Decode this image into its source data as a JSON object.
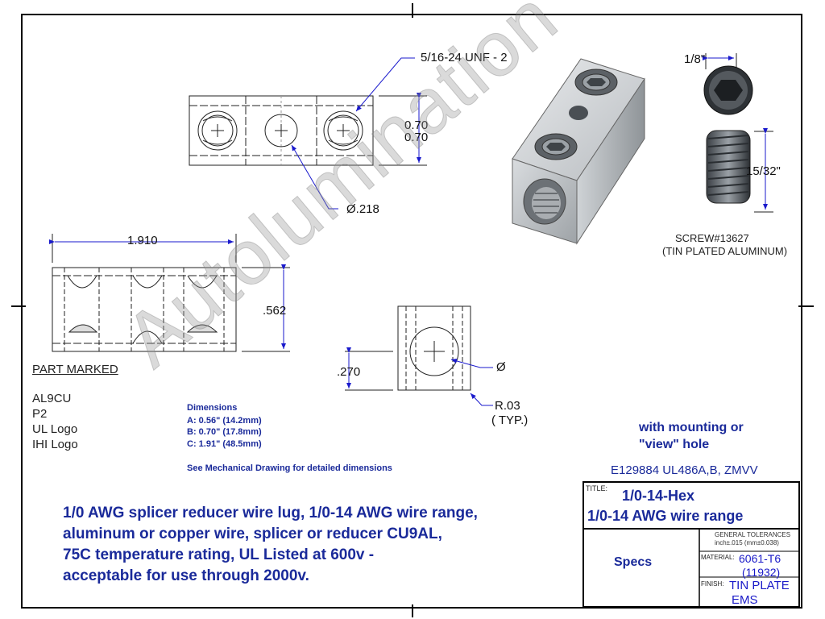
{
  "thread_callout": "5/16-24 UNF - 2",
  "dim_070_a": "0.70",
  "dim_070_b": "0.70",
  "dim_218": "Ø.218",
  "dim_1910": "1.910",
  "dim_562": ".562",
  "dim_270": ".270",
  "dim_phi": "Ø",
  "dim_r03": "R.03",
  "dim_typ": "( TYP.)",
  "dim_18": "1/8\"",
  "dim_1532": "15/32\"",
  "screw_label": "SCREW#13627",
  "screw_sub": "(TIN PLATED ALUMINUM)",
  "part_marked": {
    "title": "PART MARKED",
    "lines": [
      "AL9CU",
      "P2",
      "UL Logo",
      "IHI Logo"
    ]
  },
  "dimensions_box": {
    "title": "Dimensions",
    "lines": [
      "A: 0.56\" (14.2mm)",
      "B: 0.70\" (17.8mm)",
      "C: 1.91\" (48.5mm)"
    ],
    "note": "See Mechanical Drawing for detailed dimensions"
  },
  "mounting_note": [
    "with mounting or",
    "\"view\" hole"
  ],
  "cert": "E129884 UL486A,B, ZMVV",
  "description": [
    "1/0 AWG splicer reducer wire lug, 1/0-14 AWG wire range,",
    "aluminum or copper wire, splicer or reducer CU9AL,",
    "75C temperature rating, UL Listed at 600v -",
    "acceptable for use through 2000v."
  ],
  "title_block": {
    "title_label": "TITLE:",
    "title_1": "1/0-14-Hex",
    "title_2": "1/0-14 AWG wire range",
    "tol_1": "GENERAL TOLERANCES",
    "tol_2": "inch±.015 (mm±0.038)",
    "specs": "Specs",
    "material_label": "MATERIAL:",
    "material_1": "6061-T6",
    "material_2": "(11932)",
    "finish_label": "FINISH:",
    "finish_1": "TIN PLATE",
    "finish_2": "EMS"
  },
  "watermark": "Autolumination"
}
